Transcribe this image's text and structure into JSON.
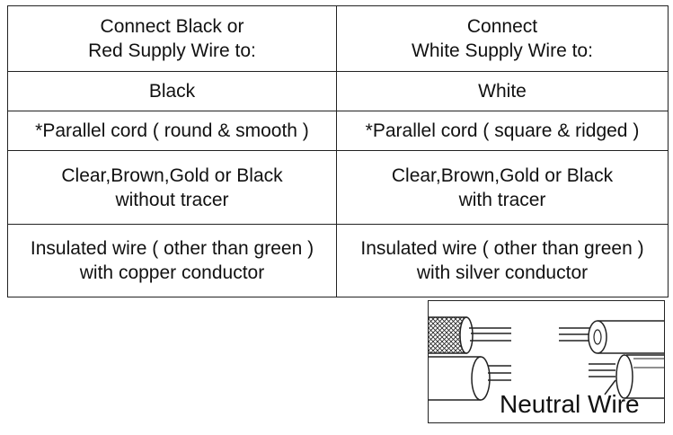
{
  "table": {
    "header": {
      "left": [
        "Connect Black or",
        "Red Supply Wire to:"
      ],
      "right": [
        "Connect",
        "White Supply Wire to:"
      ]
    },
    "rows": [
      {
        "left": [
          "Black"
        ],
        "right": [
          "White"
        ]
      },
      {
        "left": [
          "*Parallel cord ( round & smooth )"
        ],
        "right": [
          "*Parallel cord ( square & ridged )"
        ]
      },
      {
        "left": [
          "Clear,Brown,Gold or Black",
          "without tracer"
        ],
        "right": [
          "Clear,Brown,Gold or Black",
          "with tracer"
        ]
      },
      {
        "left": [
          "Insulated wire ( other than green )",
          "with copper conductor"
        ],
        "right": [
          "Insulated wire ( other than green )",
          "with silver conductor"
        ]
      }
    ]
  },
  "diagram": {
    "label": "Neutral Wire"
  }
}
